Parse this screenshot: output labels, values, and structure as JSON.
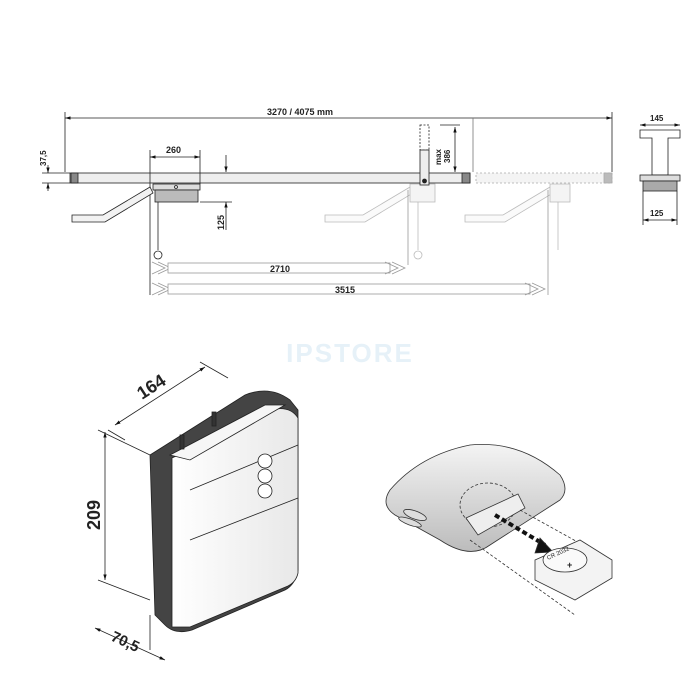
{
  "top_drawing": {
    "total_length": "3270 / 4075 mm",
    "rail_height": "37,5",
    "motor_width": "260",
    "motor_height": "125",
    "bracket_max_label": "max",
    "bracket_max_value": "386",
    "travel_short": "2710",
    "travel_long": "3515",
    "profile_width": "145",
    "profile_bottom_width": "125"
  },
  "watermark": "IPSTORE",
  "box_drawing": {
    "width": "164",
    "height": "209",
    "depth": "70,5"
  },
  "remote_drawing": {
    "battery_label": "CR 2032",
    "polarity": "+"
  }
}
